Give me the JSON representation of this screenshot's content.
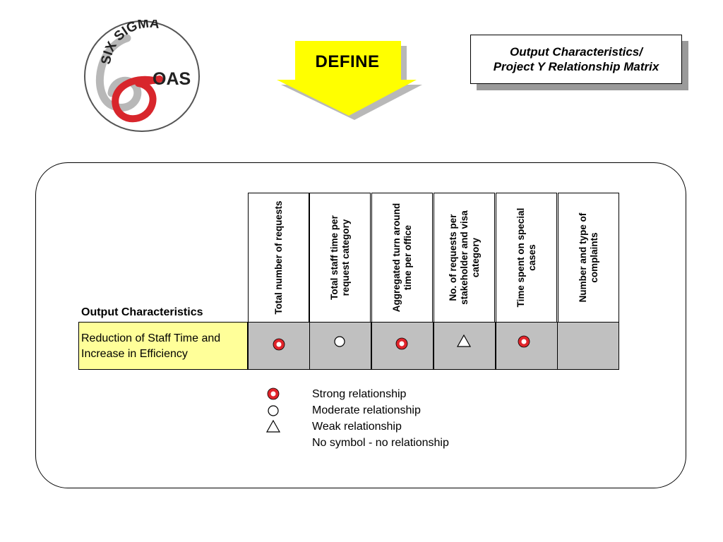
{
  "logo": {
    "top_text": "SIX SIGMA",
    "sigma": "σ",
    "org": "OAS",
    "six": "6"
  },
  "header": {
    "define_label": "DEFINE",
    "title_line1": "Output Characteristics/",
    "title_line2": "Project Y Relationship Matrix"
  },
  "matrix": {
    "row_header": "Output Characteristics",
    "columns": [
      {
        "label": "Total number of requests",
        "symbol": "strong"
      },
      {
        "label": "Total staff time per request category",
        "symbol": "moderate"
      },
      {
        "label": "Aggregated turn around time per office",
        "symbol": "strong"
      },
      {
        "label": "No. of requests per stakeholder and visa category",
        "symbol": "weak"
      },
      {
        "label": "Time spent on special cases",
        "symbol": "strong"
      },
      {
        "label": "Number and type of complaints",
        "symbol": "none"
      }
    ],
    "row_label": "Reduction of Staff Time and Increase in Efficiency"
  },
  "legend": {
    "strong": "Strong relationship",
    "moderate": "Moderate relationship",
    "weak": "Weak relationship",
    "none": "No symbol - no relationship"
  },
  "colors": {
    "strong": "#e0242a",
    "row_fill": "#ffff99",
    "cell_fill": "#c0c0c0",
    "arrow": "#ffff00"
  }
}
